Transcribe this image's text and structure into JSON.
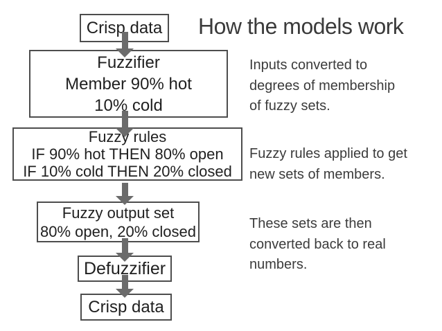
{
  "title": "How the models work",
  "flowchart": {
    "boxes": [
      {
        "id": "crisp-data-top",
        "lines": [
          "Crisp data"
        ]
      },
      {
        "id": "fuzzifier",
        "lines": [
          "Fuzzifier",
          "Member 90% hot",
          "10% cold"
        ]
      },
      {
        "id": "fuzzy-rules",
        "lines": [
          "Fuzzy rules",
          "IF 90% hot THEN 80% open",
          "IF 10% cold THEN 20% closed"
        ]
      },
      {
        "id": "fuzzy-output-set",
        "lines": [
          "Fuzzy output set",
          "80% open, 20% closed"
        ]
      },
      {
        "id": "defuzzifier",
        "lines": [
          "Defuzzifier"
        ]
      },
      {
        "id": "crisp-data-bottom",
        "lines": [
          "Crisp data"
        ]
      }
    ],
    "arrow_icon": "down-arrow"
  },
  "annotations": [
    {
      "lines": [
        "Inputs converted to",
        "degrees of membership",
        "of fuzzy sets."
      ]
    },
    {
      "lines": [
        "Fuzzy rules applied to get",
        "new sets of members."
      ]
    },
    {
      "lines": [
        "These sets are then",
        "converted back to real",
        "numbers."
      ]
    }
  ],
  "colors": {
    "background": "#ffffff",
    "box_border": "#4d4d4d",
    "box_text": "#1f1f1f",
    "arrow": "#6b6b6b",
    "title_text": "#3b3b3b",
    "annotation_text": "#3b3b3b"
  }
}
